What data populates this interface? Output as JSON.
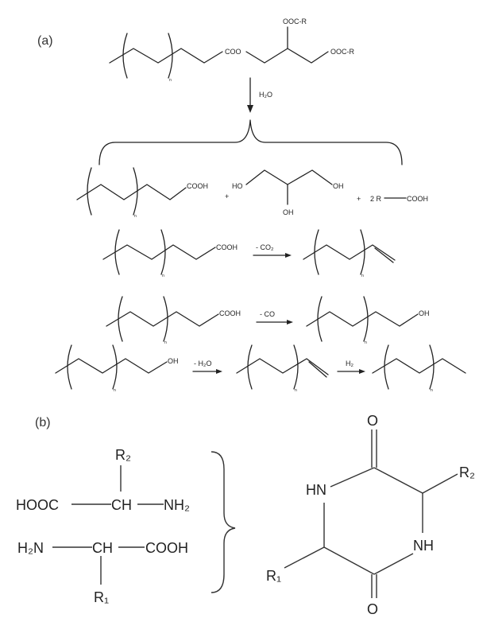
{
  "panel_a": {
    "label": "(a)",
    "n": "n",
    "triglyceride": {
      "coo": "COO",
      "ooc_r_top": "OOC-R",
      "ooc_r_right": "OOC-R"
    },
    "hydrolysis_reagent": "H₂O",
    "products": {
      "cooh": "COOH",
      "plus1": "+",
      "ho": "HO",
      "oh_right": "OH",
      "oh_bottom": "OH",
      "plus2": "+",
      "two_r": "2 R",
      "r_cooh": "COOH"
    },
    "reaction2": {
      "cooh": "COOH",
      "reagent": "- CO₂"
    },
    "reaction3": {
      "cooh": "COOH",
      "reagent": "- CO",
      "oh": "OH"
    },
    "reaction4": {
      "oh": "OH",
      "reagent": "- H₂O",
      "reagent2": "H₂"
    }
  },
  "panel_b": {
    "label": "(b)",
    "amino_acid_1": {
      "r": "R₂",
      "hooc": "HOOC",
      "ch": "CH",
      "nh2": "NH₂"
    },
    "amino_acid_2": {
      "h2n": "H₂N",
      "ch": "CH",
      "cooh": "COOH",
      "r": "R₁"
    },
    "diketopiperazine": {
      "o_top": "O",
      "hn": "HN",
      "r2": "R₂",
      "nh": "NH",
      "r1": "R₁",
      "o_bottom": "O"
    }
  }
}
